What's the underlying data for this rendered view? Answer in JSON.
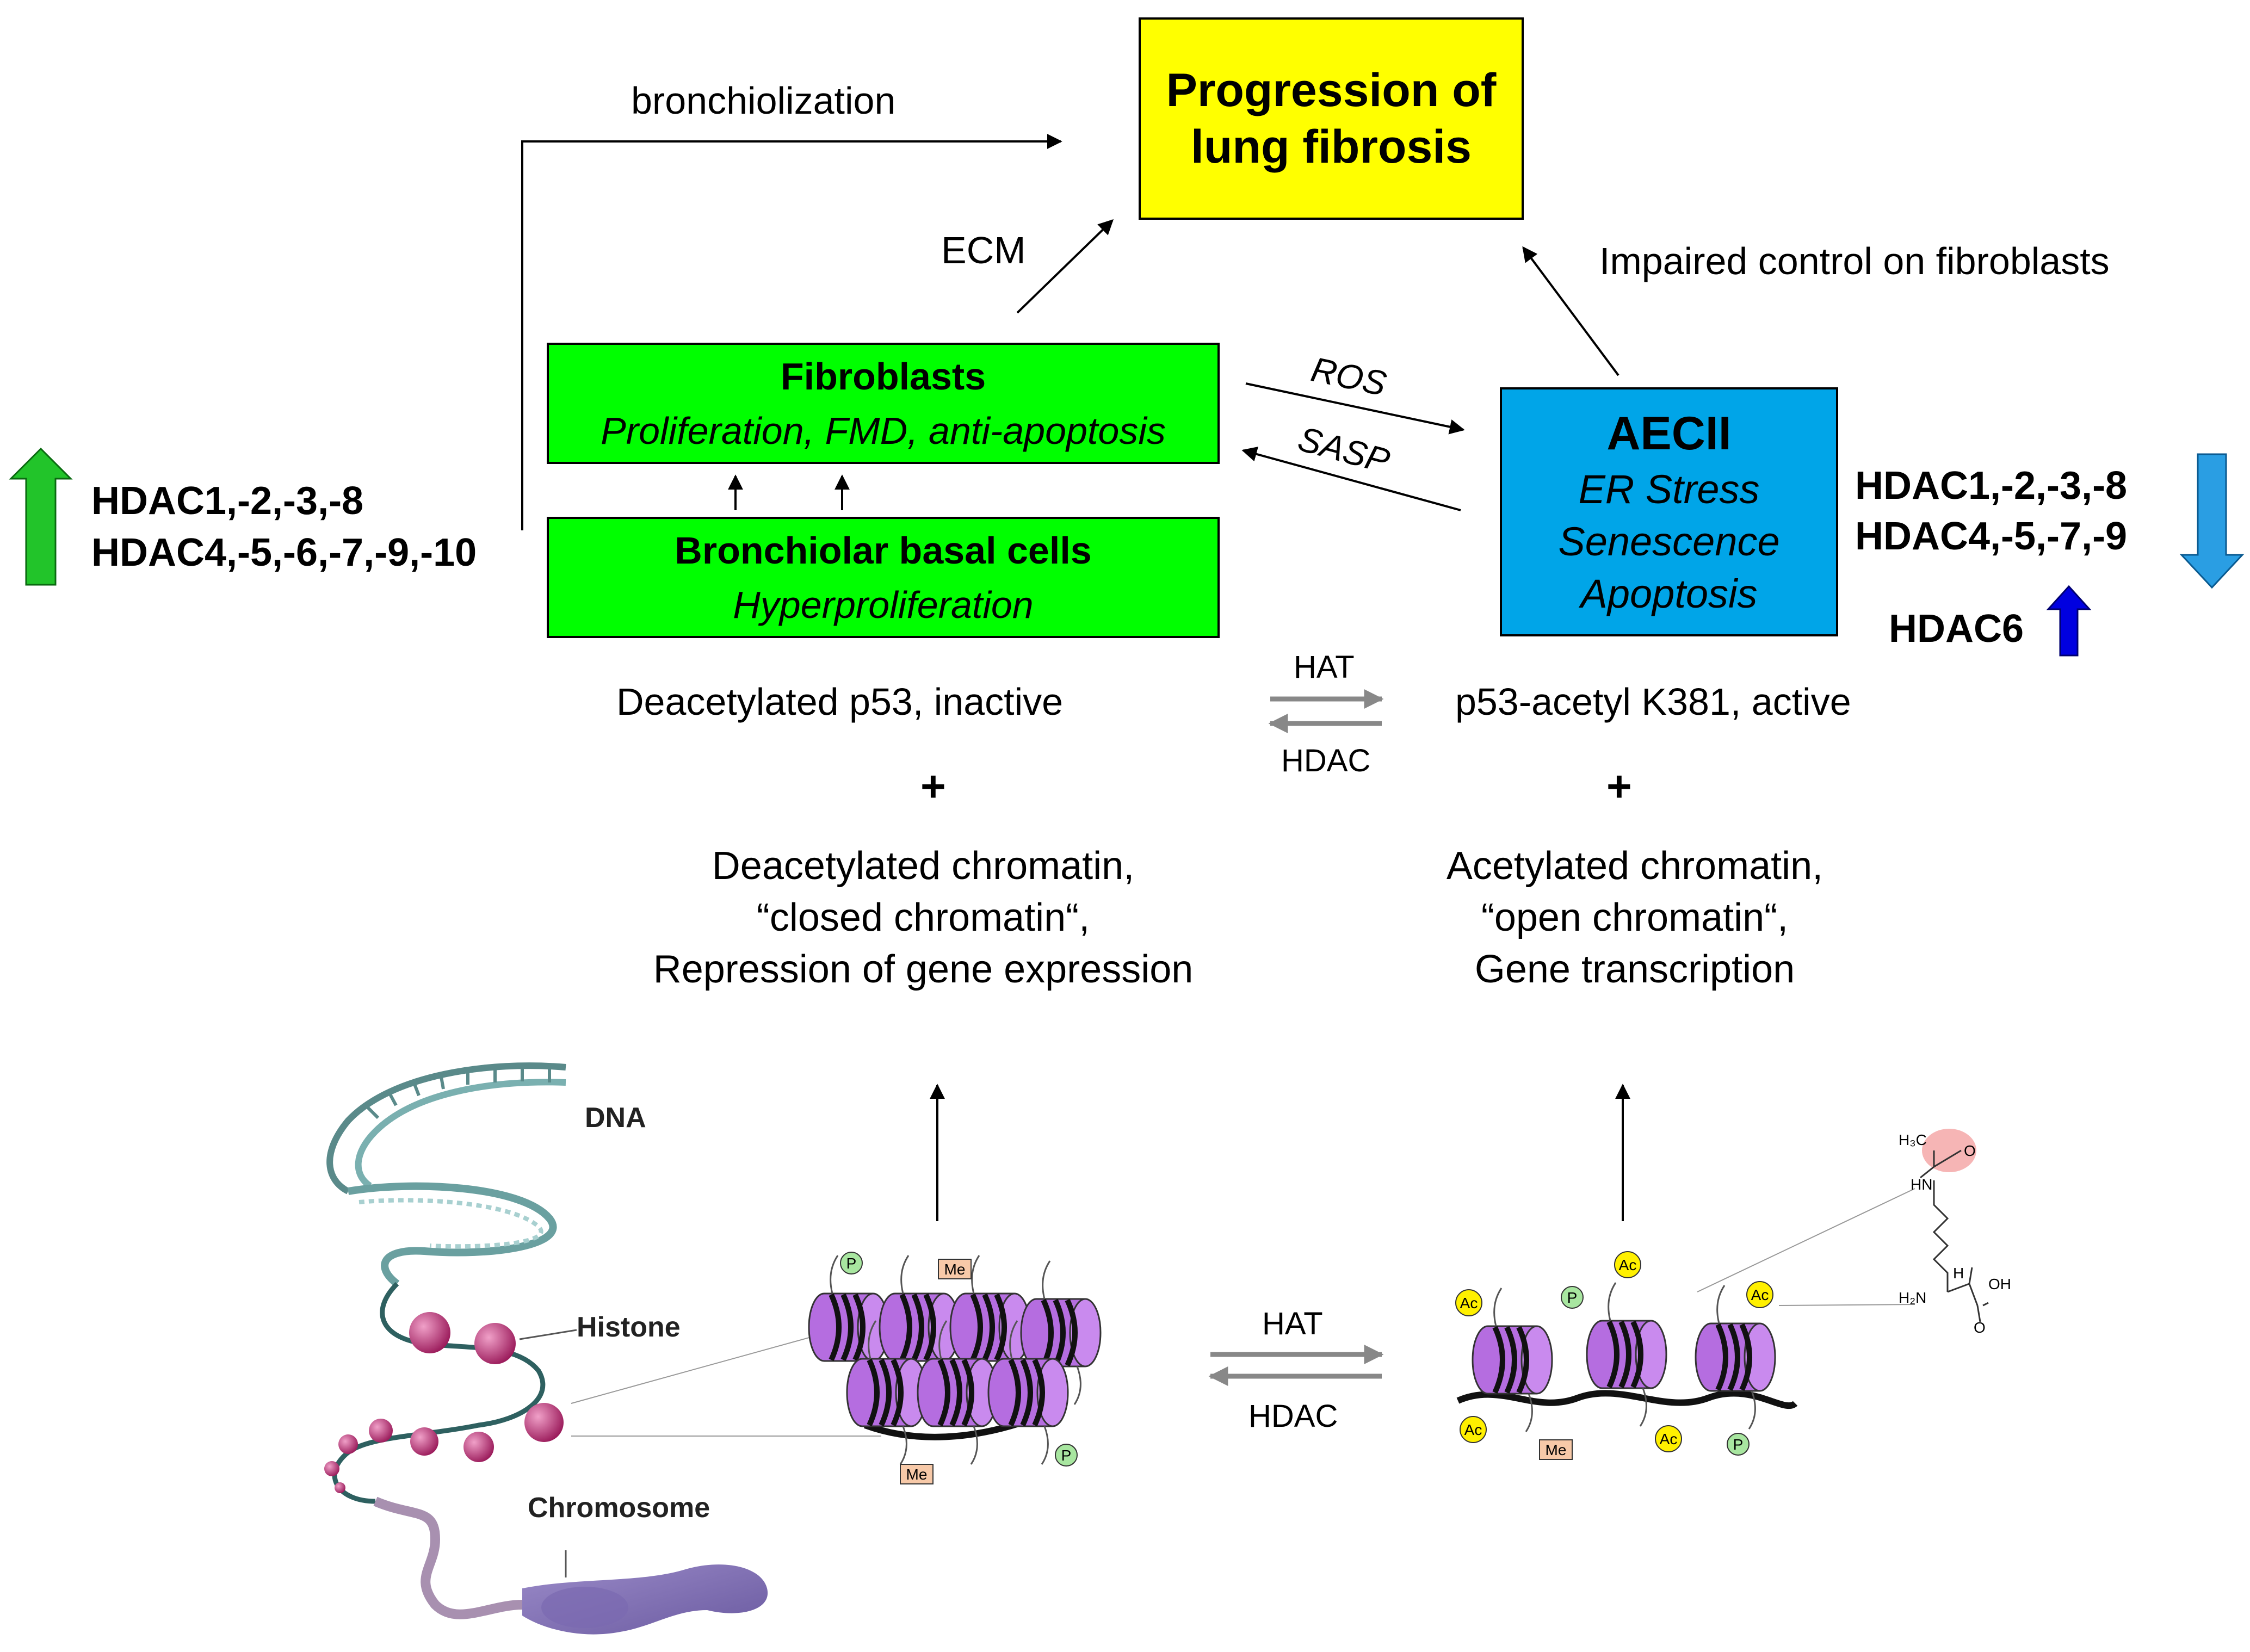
{
  "colors": {
    "fibroblast_green": "#00ff00",
    "progression_yellow": "#ffff00",
    "aecii_blue": "#00a5e8",
    "up_arrow_green": "#22c42a",
    "down_arrow_blue": "#2a9ee3",
    "hdac6_arrow_blue": "#0000e0",
    "nucleosome_purple": "#b56de0",
    "acetyl_yellow": "#fff000",
    "phospho_green": "#a8e6a0",
    "methyl_peach": "#f7c9a8"
  },
  "progression_box": {
    "line1": "Progression of",
    "line2": "lung fibrosis"
  },
  "labels": {
    "bronchiolization": "bronchiolization",
    "ecm": "ECM",
    "impaired_control": "Impaired control on fibroblasts",
    "ros": "ROS",
    "sasp": "SASP"
  },
  "fibroblasts_box": {
    "title": "Fibroblasts",
    "subtitle": "Proliferation, FMD, anti-apoptosis"
  },
  "basal_box": {
    "title": "Bronchiolar basal cells",
    "subtitle": "Hyperproliferation"
  },
  "aecii_box": {
    "title": "AECII",
    "line1": "ER Stress",
    "line2": "Senescence",
    "line3": "Apoptosis"
  },
  "left_hdac": {
    "line1": "HDAC1,-2,-3,-8",
    "line2": "HDAC4,-5,-6,-7,-9,-10",
    "arrow_icon": "up-arrow-icon"
  },
  "right_hdac": {
    "line1": "HDAC1,-2,-3,-8",
    "line2": "HDAC4,-5,-7,-9",
    "arrow_icon": "down-arrow-icon",
    "hdac6": "HDAC6"
  },
  "p53": {
    "left": "Deacetylated p53, inactive",
    "right": "p53-acetyl K381, active",
    "hat": "HAT",
    "hdac": "HDAC"
  },
  "plus": "+",
  "chromatin_left": {
    "line1": "Deacetylated chromatin,",
    "line2": "“closed chromatin“,",
    "line3": "Repression of gene expression"
  },
  "chromatin_right": {
    "line1": "Acetylated chromatin,",
    "line2": "“open chromatin“,",
    "line3": "Gene transcription"
  },
  "illustration": {
    "dna": "DNA",
    "histone": "Histone",
    "chromosome": "Chromosome",
    "hat": "HAT",
    "hdac": "HDAC",
    "p": "P",
    "me": "Me",
    "ac": "Ac",
    "h3c": "H₃C",
    "hn": "HN",
    "h2n": "H₂N",
    "oh": "OH",
    "o": "O",
    "h": "H"
  }
}
